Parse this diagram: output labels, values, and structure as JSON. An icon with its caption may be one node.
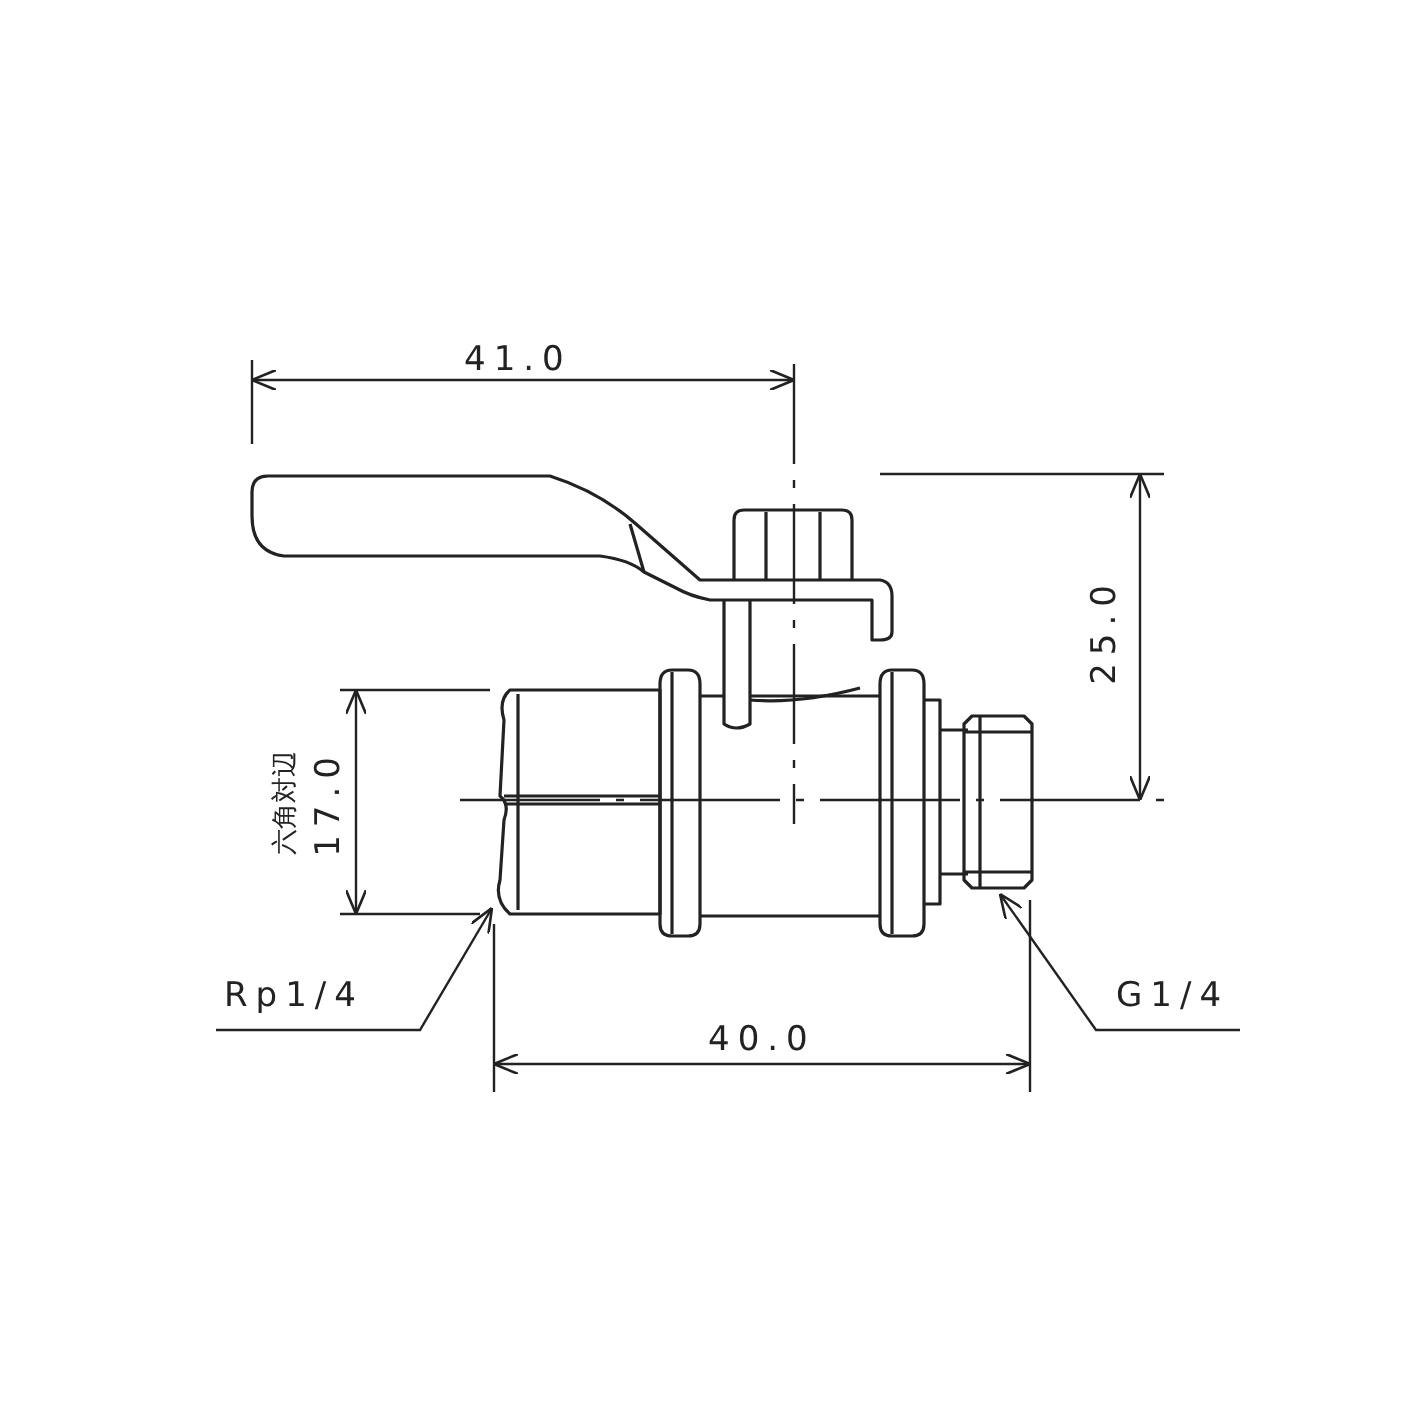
{
  "diagram": {
    "nodes": [
      {
        "text": [
          "Rp1/4"
        ]
      },
      {
        "text": [
          "G1/4"
        ]
      }
    ],
    "edges": [
      {
        "from": 0,
        "to": null,
        "arrow": "to"
      },
      {
        "from": 1,
        "to": null,
        "arrow": "to"
      }
    ],
    "labels": [
      "41.0",
      "25.0",
      "六角対辺",
      "17.0",
      "40.0"
    ]
  }
}
